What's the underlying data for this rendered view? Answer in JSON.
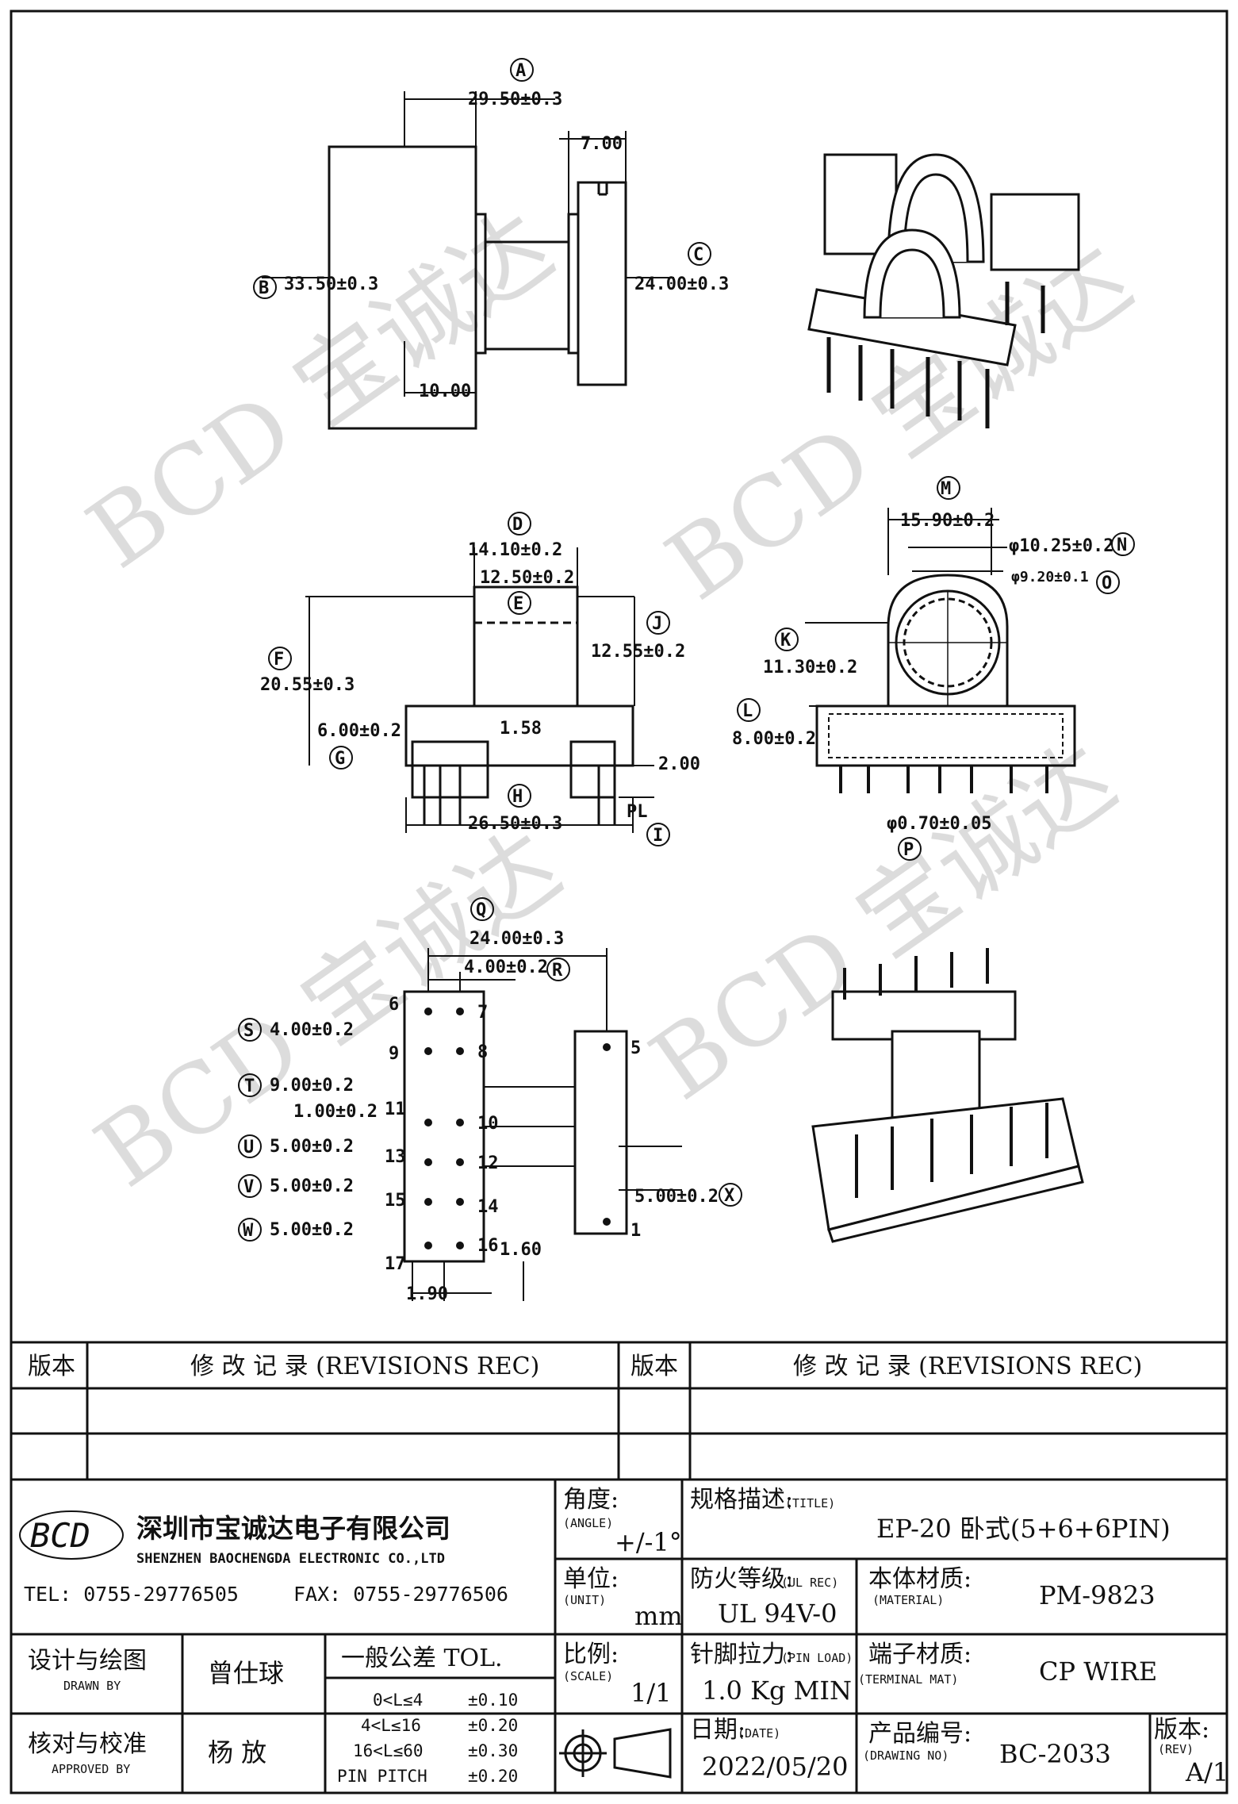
{
  "drawing": {
    "view_top": {
      "label_a": "A",
      "dim_a": "29.50±0.3",
      "label_b": "B",
      "dim_b": "33.50±0.3",
      "label_c": "C",
      "dim_c": "24.00±0.3",
      "dim_slot": "7.00",
      "dim_flange": "10.00"
    },
    "view_side": {
      "label_d": "D",
      "dim_d": "14.10±0.2",
      "dim_inner": "12.50±0.2",
      "label_e": "E",
      "label_f": "F",
      "dim_f": "20.55±0.3",
      "label_j": "J",
      "dim_j": "12.55±0.2",
      "label_g": "G",
      "dim_g": "6.00±0.2",
      "dim_gap": "1.58",
      "dim_pl": "2.00",
      "pl": "PL",
      "label_i": "I",
      "label_h": "H",
      "dim_h": "26.50±0.3"
    },
    "view_front": {
      "label_m": "M",
      "dim_m": "15.90±0.2",
      "label_n": "N",
      "dim_n": "φ10.25±0.2",
      "label_o": "O",
      "dim_o": "φ9.20±0.1",
      "label_k": "K",
      "dim_k": "11.30±0.2",
      "label_l": "L",
      "dim_l": "8.00±0.2",
      "label_p": "P",
      "dim_p": "φ0.70±0.05"
    },
    "view_bottom": {
      "label_q": "Q",
      "dim_q": "24.00±0.3",
      "label_r": "R",
      "dim_r": "4.00±0.2",
      "label_s": "S",
      "dim_s": "4.00±0.2",
      "label_t": "T",
      "dim_t": "9.00±0.2",
      "dim_t2": "1.00±0.2",
      "label_u": "U",
      "dim_u": "5.00±0.2",
      "label_v": "V",
      "dim_v": "5.00±0.2",
      "label_w": "W",
      "dim_w": "5.00±0.2",
      "label_x": "X",
      "dim_x": "5.00±0.2",
      "dim_160": "1.60",
      "dim_190": "1.90",
      "pins_left": [
        "6",
        "9",
        "11",
        "13",
        "15",
        "17"
      ],
      "pins_mid": [
        "7",
        "8",
        "10",
        "12",
        "14",
        "16"
      ],
      "pins_right": [
        "5",
        "1"
      ]
    },
    "watermark": "BCD 宝诚达"
  },
  "title_block": {
    "rev_header_1": "版本",
    "rev_title_1": "修 改 记 录 (REVISIONS REC)",
    "rev_header_2": "版本",
    "rev_title_2": "修 改 记 录 (REVISIONS REC)",
    "logo": "BCD",
    "company_cn": "深圳市宝诚达电子有限公司",
    "company_en": "SHENZHEN BAOCHENGDA ELECTRONIC CO.,LTD",
    "tel": "TEL: 0755-29776505",
    "fax": "FAX: 0755-29776506",
    "angle_cn": "角度:",
    "angle_en": "(ANGLE)",
    "angle_val": "+/-1°",
    "title_cn": "规格描述:",
    "title_en": "(TITLE)",
    "title_val": "EP-20 卧式(5+6+6PIN)",
    "unit_cn": "单位:",
    "unit_en": "(UNIT)",
    "unit_val": "mm",
    "ul_cn": "防火等级:",
    "ul_en": "(UL REC)",
    "ul_val": "UL 94V-0",
    "mat_cn": "本体材质:",
    "mat_en": "(MATERIAL)",
    "mat_val": "PM-9823",
    "drawn_cn": "设计与绘图",
    "drawn_en": "DRAWN BY",
    "drawn_val": "曾仕球",
    "tol_title": "一般公差 TOL.",
    "tol_rows": [
      {
        "range": "0<L≤4",
        "val": "±0.10"
      },
      {
        "range": "4<L≤16",
        "val": "±0.20"
      },
      {
        "range": "16<L≤60",
        "val": "±0.30"
      },
      {
        "range": "PIN PITCH",
        "val": "±0.20"
      }
    ],
    "scale_cn": "比例:",
    "scale_en": "(SCALE)",
    "scale_val": "1/1",
    "pin_cn": "针脚拉力:",
    "pin_en": "(PIN LOAD)",
    "pin_val": "1.0 Kg MIN",
    "term_cn": "端子材质:",
    "term_en": "(TERMINAL MAT)",
    "term_val": "CP WIRE",
    "approved_cn": "核对与校准",
    "approved_en": "APPROVED BY",
    "approved_val": "杨 放",
    "date_cn": "日期:",
    "date_en": "(DATE)",
    "date_val": "2022/05/20",
    "dwg_cn": "产品编号:",
    "dwg_en": "(DRAWING NO)",
    "dwg_val": "BC-2033",
    "rev_cn": "版本:",
    "rev_en": "(REV)",
    "rev_val": "A/1"
  }
}
